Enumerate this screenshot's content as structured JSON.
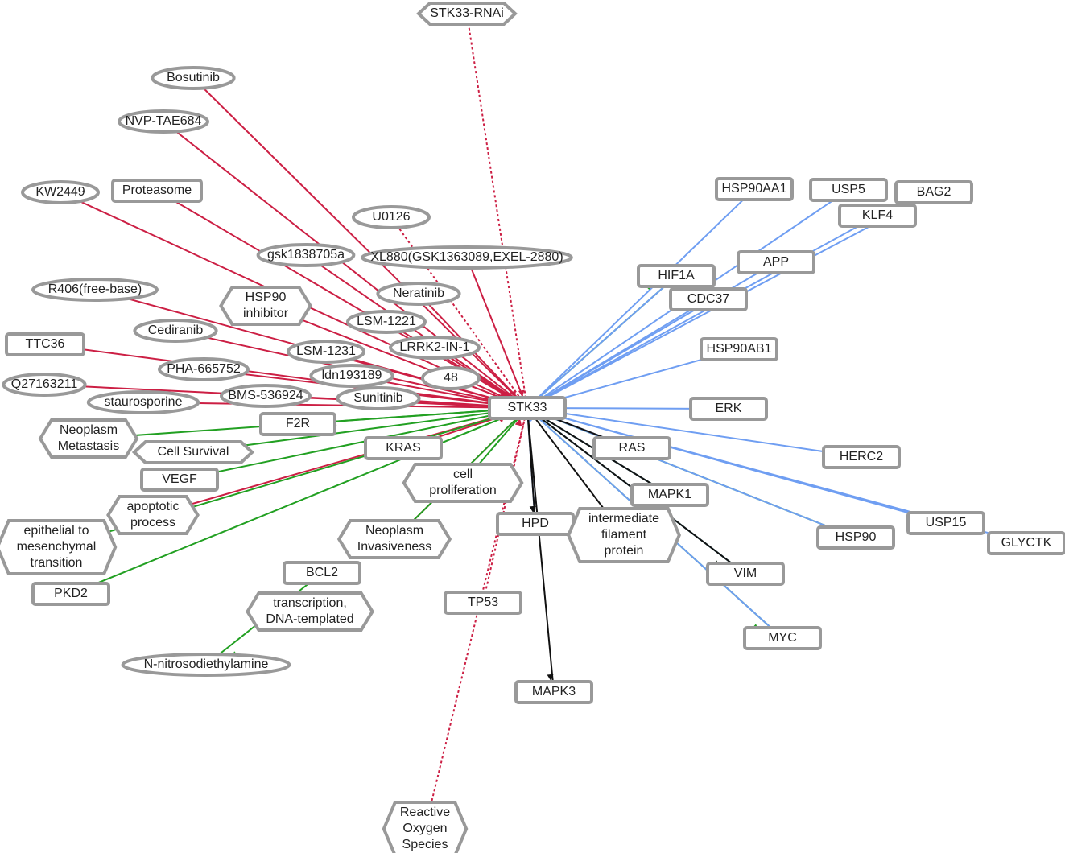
{
  "colors": {
    "inhibits": "#cc1f44",
    "activates": "#22a022",
    "binds": "#6f9ef2",
    "regulates": "#111111",
    "node_border": "#999999"
  },
  "nodes": [
    {
      "id": "stk33rnai",
      "label": "STK33-RNAi",
      "shape": "hex"
    },
    {
      "id": "bosutinib",
      "label": "Bosutinib",
      "shape": "ell"
    },
    {
      "id": "nvp",
      "label": "NVP-TAE684",
      "shape": "ell"
    },
    {
      "id": "kw2449",
      "label": "KW2449",
      "shape": "ell"
    },
    {
      "id": "proteasome",
      "label": "Proteasome",
      "shape": "rect"
    },
    {
      "id": "u0126",
      "label": "U0126",
      "shape": "ell"
    },
    {
      "id": "gsk183",
      "label": "gsk1838705a",
      "shape": "ell"
    },
    {
      "id": "r406",
      "label": "R406(free-base)",
      "shape": "ell"
    },
    {
      "id": "hspinh",
      "label": "HSP90\ninhibitor",
      "shape": "hex"
    },
    {
      "id": "neratinib",
      "label": "Neratinib",
      "shape": "ell"
    },
    {
      "id": "cediranib",
      "label": "Cediranib",
      "shape": "ell"
    },
    {
      "id": "xl880",
      "label": "XL880(GSK1363089,EXEL-2880)",
      "shape": "ell"
    },
    {
      "id": "n48",
      "label": "48",
      "shape": "ell"
    },
    {
      "id": "lsm1221",
      "label": "LSM-1221",
      "shape": "ell"
    },
    {
      "id": "lsm1231",
      "label": "LSM-1231",
      "shape": "ell"
    },
    {
      "id": "lrrk2",
      "label": "LRRK2-IN-1",
      "shape": "ell"
    },
    {
      "id": "ttc36",
      "label": "TTC36",
      "shape": "rect"
    },
    {
      "id": "pha",
      "label": "PHA-665752",
      "shape": "ell"
    },
    {
      "id": "ldn",
      "label": "ldn193189",
      "shape": "ell"
    },
    {
      "id": "bms",
      "label": "BMS-536924",
      "shape": "ell"
    },
    {
      "id": "sunitinib",
      "label": "Sunitinib",
      "shape": "ell"
    },
    {
      "id": "stauro",
      "label": "staurosporine",
      "shape": "ell"
    },
    {
      "id": "q27",
      "label": "Q27163211",
      "shape": "ell"
    },
    {
      "id": "f2r",
      "label": "F2R",
      "shape": "rect"
    },
    {
      "id": "neometa",
      "label": "Neoplasm\nMetastasis",
      "shape": "hex"
    },
    {
      "id": "cellsurv",
      "label": "Cell Survival",
      "shape": "hex"
    },
    {
      "id": "cellprol",
      "label": "cell\nproliferation",
      "shape": "hex"
    },
    {
      "id": "kras",
      "label": "KRAS",
      "shape": "rect"
    },
    {
      "id": "vegf",
      "label": "VEGF",
      "shape": "rect"
    },
    {
      "id": "apop",
      "label": "apoptotic\nprocess",
      "shape": "hex"
    },
    {
      "id": "emt",
      "label": "epithelial to\nmesenchymal\ntransition",
      "shape": "hex"
    },
    {
      "id": "pkd2",
      "label": "PKD2",
      "shape": "rect"
    },
    {
      "id": "neoinv",
      "label": "Neoplasm\nInvasiveness",
      "shape": "hex"
    },
    {
      "id": "bcl2",
      "label": "BCL2",
      "shape": "rect"
    },
    {
      "id": "transc",
      "label": "transcription,\nDNA-templated",
      "shape": "hex"
    },
    {
      "id": "nnitro",
      "label": "N-nitrosodiethylamine",
      "shape": "ell"
    },
    {
      "id": "tp53",
      "label": "TP53",
      "shape": "rect"
    },
    {
      "id": "mapk3",
      "label": "MAPK3",
      "shape": "rect"
    },
    {
      "id": "ros",
      "label": "Reactive\nOxygen\nSpecies",
      "shape": "hex"
    },
    {
      "id": "hpd",
      "label": "HPD",
      "shape": "rect"
    },
    {
      "id": "ifp",
      "label": "intermediate\nfilament\nprotein",
      "shape": "hex"
    },
    {
      "id": "ras",
      "label": "RAS",
      "shape": "rect"
    },
    {
      "id": "mapk1",
      "label": "MAPK1",
      "shape": "rect"
    },
    {
      "id": "vim",
      "label": "VIM",
      "shape": "rect"
    },
    {
      "id": "myc",
      "label": "MYC",
      "shape": "rect"
    },
    {
      "id": "hsp90",
      "label": "HSP90",
      "shape": "rect"
    },
    {
      "id": "usp15",
      "label": "USP15",
      "shape": "rect"
    },
    {
      "id": "glyctk",
      "label": "GLYCTK",
      "shape": "rect"
    },
    {
      "id": "herc2",
      "label": "HERC2",
      "shape": "rect"
    },
    {
      "id": "erk",
      "label": "ERK",
      "shape": "rect"
    },
    {
      "id": "hsp90ab1",
      "label": "HSP90AB1",
      "shape": "rect"
    },
    {
      "id": "hif1a",
      "label": "HIF1A",
      "shape": "rect"
    },
    {
      "id": "cdc37",
      "label": "CDC37",
      "shape": "rect"
    },
    {
      "id": "app",
      "label": "APP",
      "shape": "rect"
    },
    {
      "id": "hsp90aa1",
      "label": "HSP90AA1",
      "shape": "rect"
    },
    {
      "id": "usp5",
      "label": "USP5",
      "shape": "rect"
    },
    {
      "id": "klf4",
      "label": "KLF4",
      "shape": "rect"
    },
    {
      "id": "bag2",
      "label": "BAG2",
      "shape": "rect"
    },
    {
      "id": "stk33",
      "label": "STK33",
      "shape": "rect"
    }
  ],
  "edges": {
    "inhibits": [
      "bosutinib",
      "nvp",
      "kw2449",
      "proteasome",
      "gsk183",
      "r406",
      "hspinh",
      "neratinib",
      "cediranib",
      "xl880",
      "n48",
      "lsm1221",
      "lsm1231",
      "lrrk2",
      "ttc36",
      "pha",
      "ldn",
      "bms",
      "sunitinib",
      "stauro",
      "q27",
      "kras",
      "apop",
      "neoinv"
    ],
    "inhibits_dotted": [
      "stk33rnai",
      "u0126",
      "tp53",
      "ros"
    ],
    "activates": [
      "f2r",
      "neometa",
      "cellsurv",
      "vegf",
      "emt",
      "pkd2",
      "cellprol",
      "neoinv",
      "hif1a",
      "mapk1",
      "myc",
      "hsp90",
      "vim"
    ],
    "activates_chain": [
      [
        "bcl2",
        "nnitro"
      ]
    ],
    "binds": [
      "hsp90aa1",
      "usp5",
      "klf4",
      "bag2",
      "app",
      "hif1a",
      "cdc37",
      "hsp90ab1",
      "erk",
      "herc2",
      "hsp90",
      "usp15",
      "glyctk",
      "myc",
      "vim",
      "hpd",
      "mapk1",
      "ras"
    ],
    "regulates": [
      "hpd",
      "mapk3",
      "mapk1",
      "vim",
      "ras",
      "ifp"
    ]
  }
}
